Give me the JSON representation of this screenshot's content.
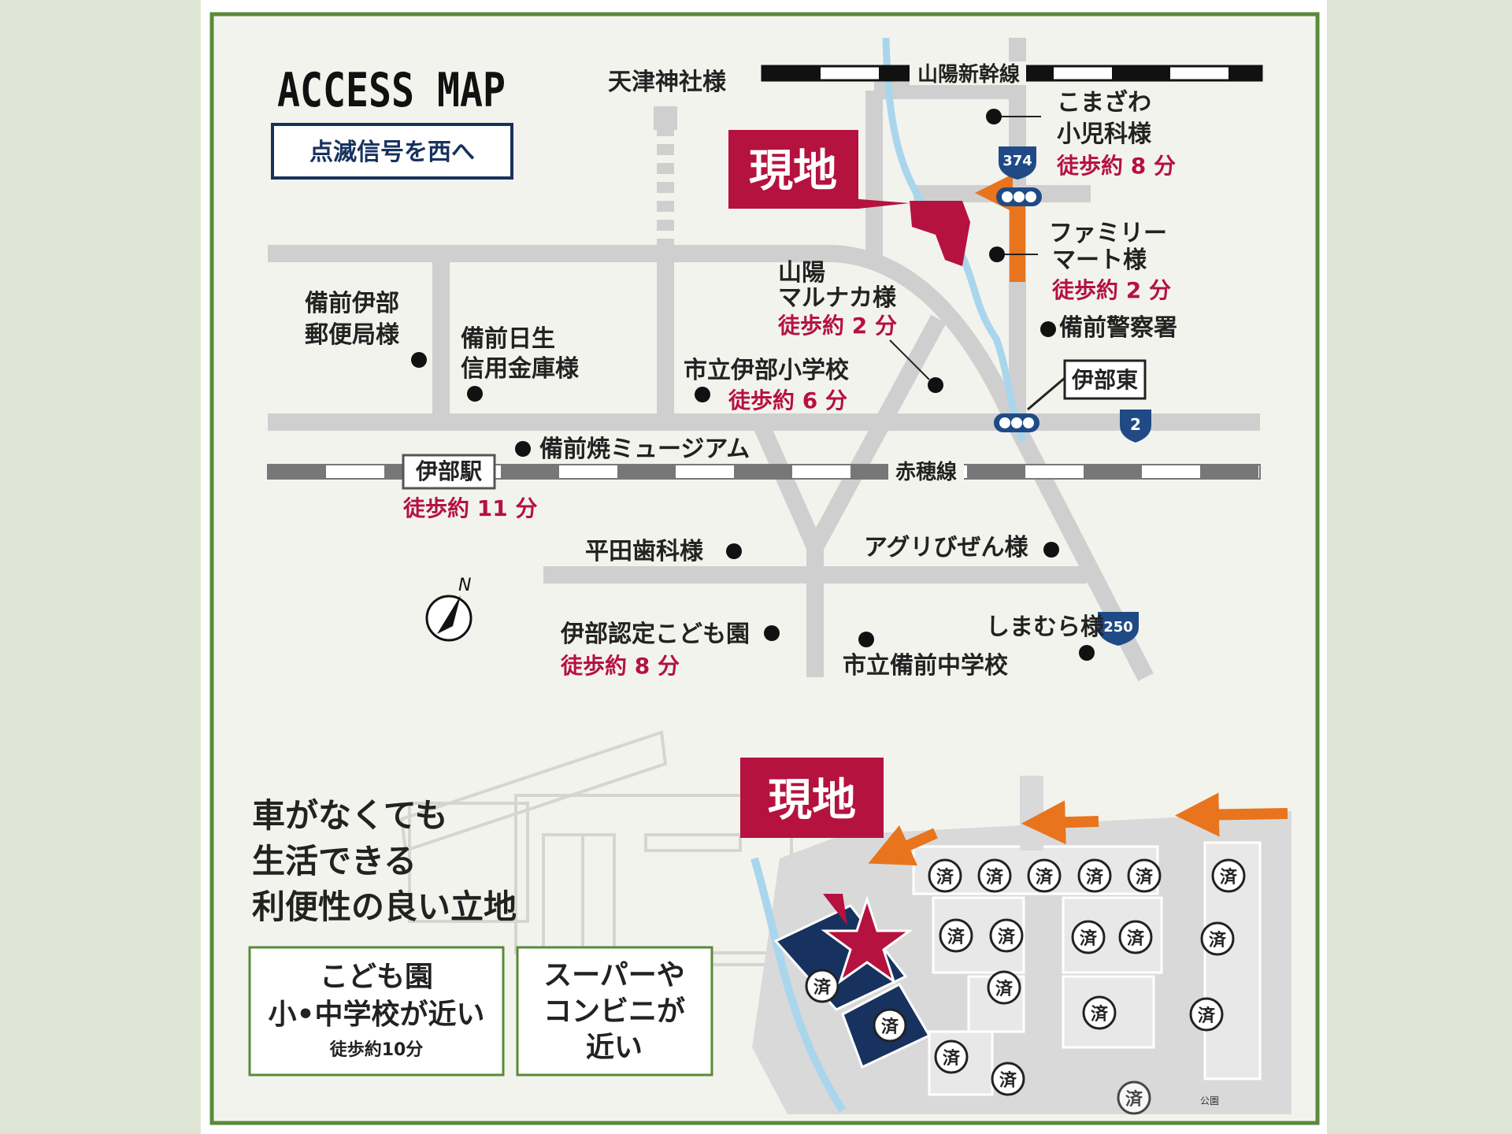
{
  "title": "ACCESS MAP",
  "direction_box": "点滅信号を西へ",
  "site_label": "現地",
  "railways": {
    "shinkansen": "山陽新幹線",
    "ako_line": "赤穂線"
  },
  "stations": {
    "inbe": "伊部駅",
    "inbe_walk": "徒歩約 11 分"
  },
  "signal_label": "伊部東",
  "route_numbers": {
    "r374": "374",
    "r2": "2",
    "r250": "250"
  },
  "north_label": "N",
  "landmarks": {
    "amatsu": "天津神社様",
    "komazawa_1": "こまざわ",
    "komazawa_2": "小児科様",
    "komazawa_walk": "徒歩約 8 分",
    "familymart_1": "ファミリー",
    "familymart_2": "マート様",
    "familymart_walk": "徒歩約 2 分",
    "police": "備前警察署",
    "marunaka_1": "山陽",
    "marunaka_2": "マルナカ様",
    "marunaka_walk": "徒歩約 2 分",
    "post_1": "備前伊部",
    "post_2": "郵便局様",
    "shinkin_1": "備前日生",
    "shinkin_2": "信用金庫様",
    "inbe_school": "市立伊部小学校",
    "inbe_school_walk": "徒歩約 6 分",
    "museum": "備前焼ミュージアム",
    "hirata": "平田歯科様",
    "agri": "アグリびぜん様",
    "kodomoen": "伊部認定こども園",
    "kodomoen_walk": "徒歩約 8 分",
    "shimamura": "しまむら様",
    "junior_high": "市立備前中学校"
  },
  "tagline": [
    "車がなくても",
    "生活できる",
    "利便性の良い立地"
  ],
  "feature_boxes": [
    {
      "lines": [
        "こども園",
        "小•中学校が近い"
      ],
      "note": "徒歩約10分"
    },
    {
      "lines": [
        "スーパーや",
        "コンビニが",
        "近い"
      ]
    }
  ],
  "sold_mark": "済",
  "park_label": "公園",
  "colors": {
    "brand_red": "#b5123f",
    "navy": "#17325f",
    "orange": "#e8741e",
    "frame_green": "#5a8a3a",
    "road_gray": "#cfcfcf"
  }
}
